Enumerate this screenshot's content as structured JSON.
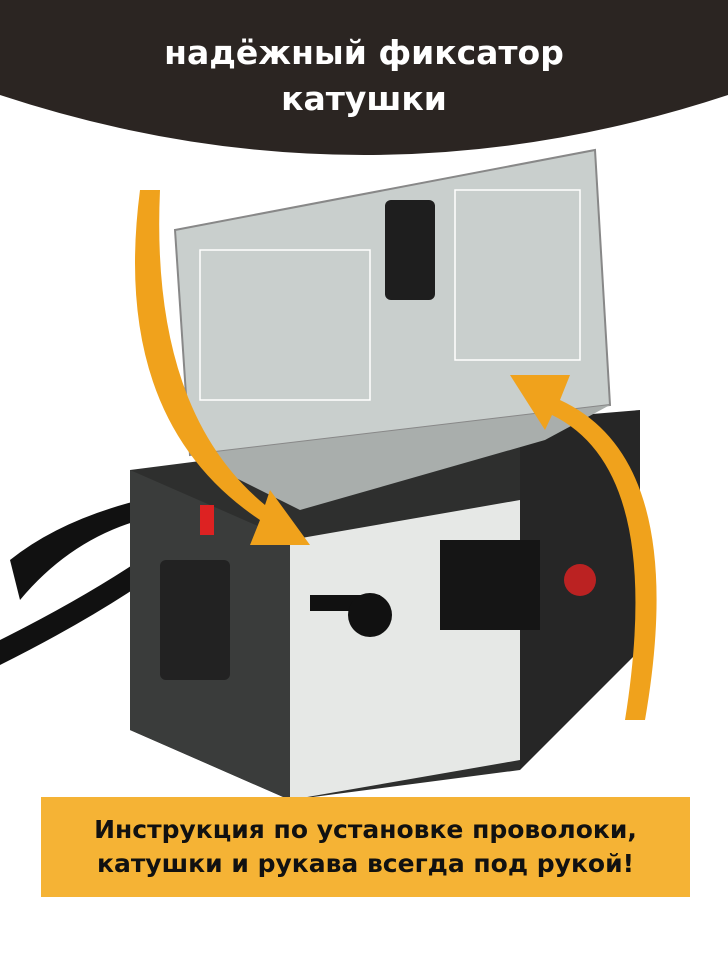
{
  "header": {
    "line1": "надёжный фиксатор",
    "line2": "катушки"
  },
  "banner": {
    "line1": "Инструкция по установке проволоки,",
    "line2": "катушки и рукава всегда под рукой!"
  },
  "colors": {
    "header_bg": "#2b2522",
    "accent": "#f5b335",
    "arrow": "#f0a21c"
  }
}
